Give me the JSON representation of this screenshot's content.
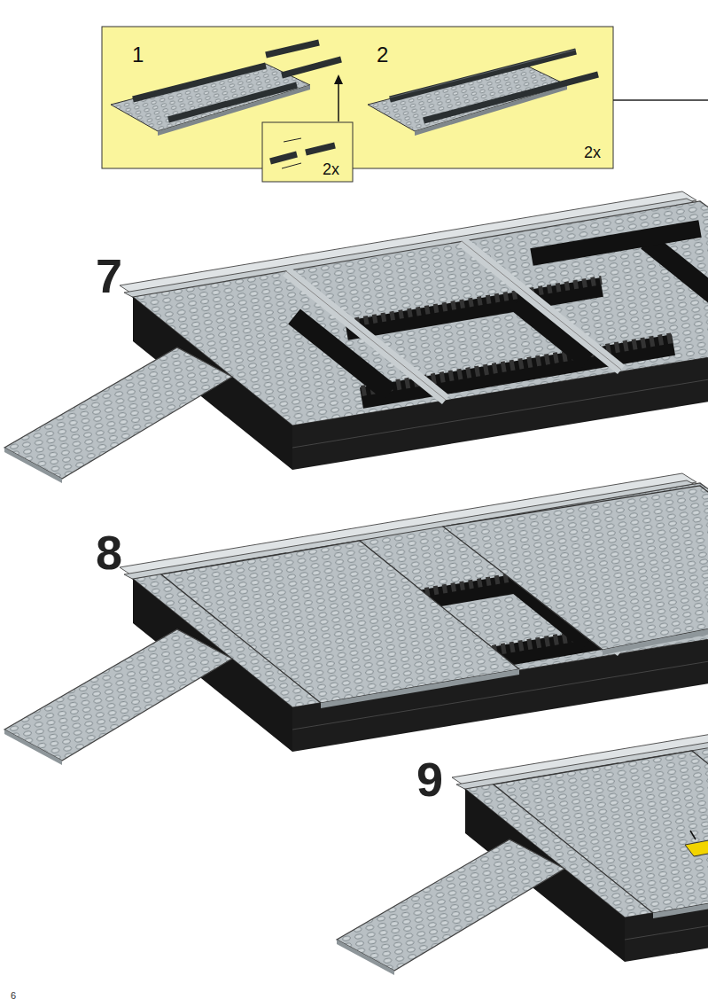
{
  "diagram": {
    "nodes": [
      {
        "text": [
          "1",
          "2",
          "2x"
        ]
      },
      {
        "text": [
          "2x"
        ],
        "in": 0
      }
    ],
    "labels": [
      "7",
      "8",
      "9",
      "6"
    ]
  }
}
